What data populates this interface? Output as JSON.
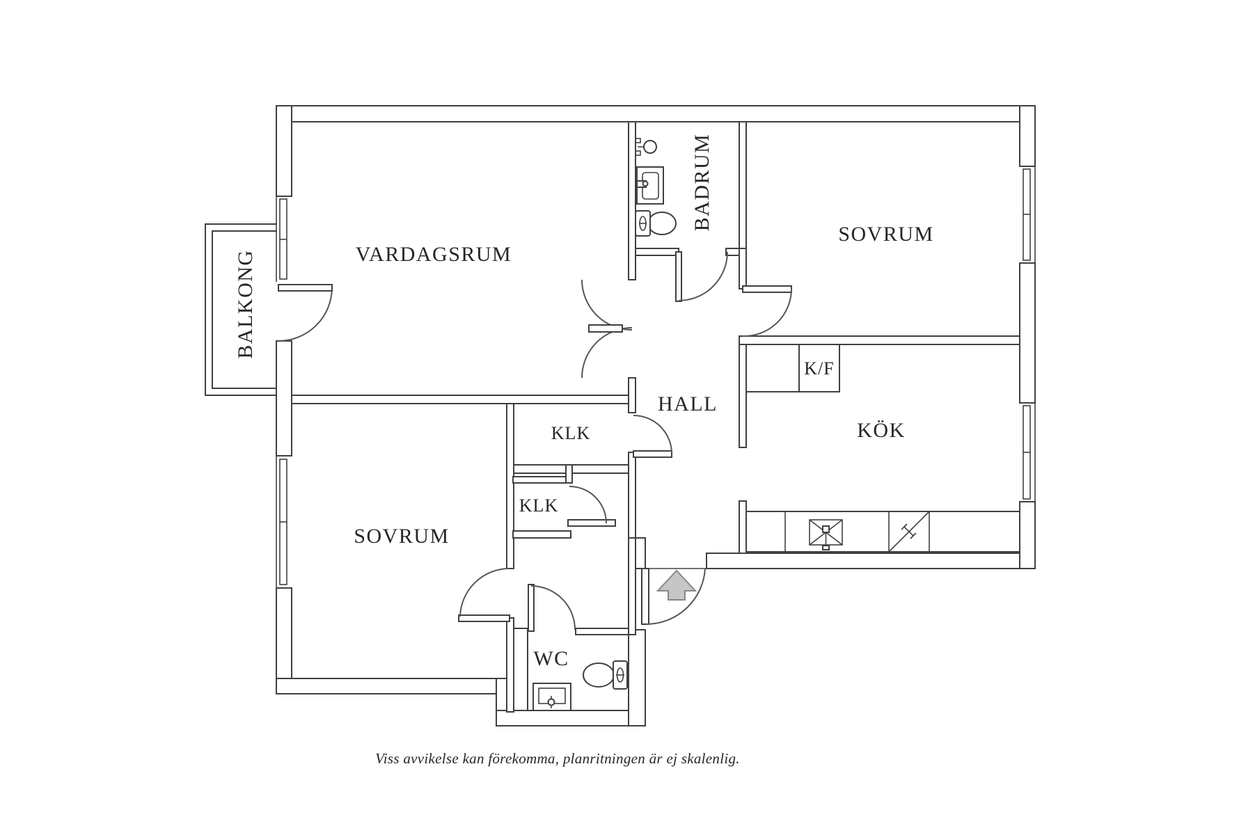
{
  "plan": {
    "rooms": {
      "vardagsrum": {
        "label": "VARDAGSRUM"
      },
      "badrum": {
        "label": "BADRUM"
      },
      "sovrum_top": {
        "label": "SOVRUM"
      },
      "sovrum_lower": {
        "label": "SOVRUM"
      },
      "kok": {
        "label": "KÖK"
      },
      "kf": {
        "label": "K/F"
      },
      "hall": {
        "label": "HALL"
      },
      "klk_upper": {
        "label": "KLK"
      },
      "klk_lower": {
        "label": "KLK"
      },
      "wc": {
        "label": "WC"
      },
      "balkong": {
        "label": "BALKONG"
      }
    },
    "caption": "Viss avvikelse kan förekomma, planritningen är ej skalenlig.",
    "colors": {
      "line": "#404040",
      "text": "#262626",
      "arrow_fill": "#c6c6c6",
      "arrow_stroke": "#878787",
      "background": "#ffffff"
    }
  }
}
